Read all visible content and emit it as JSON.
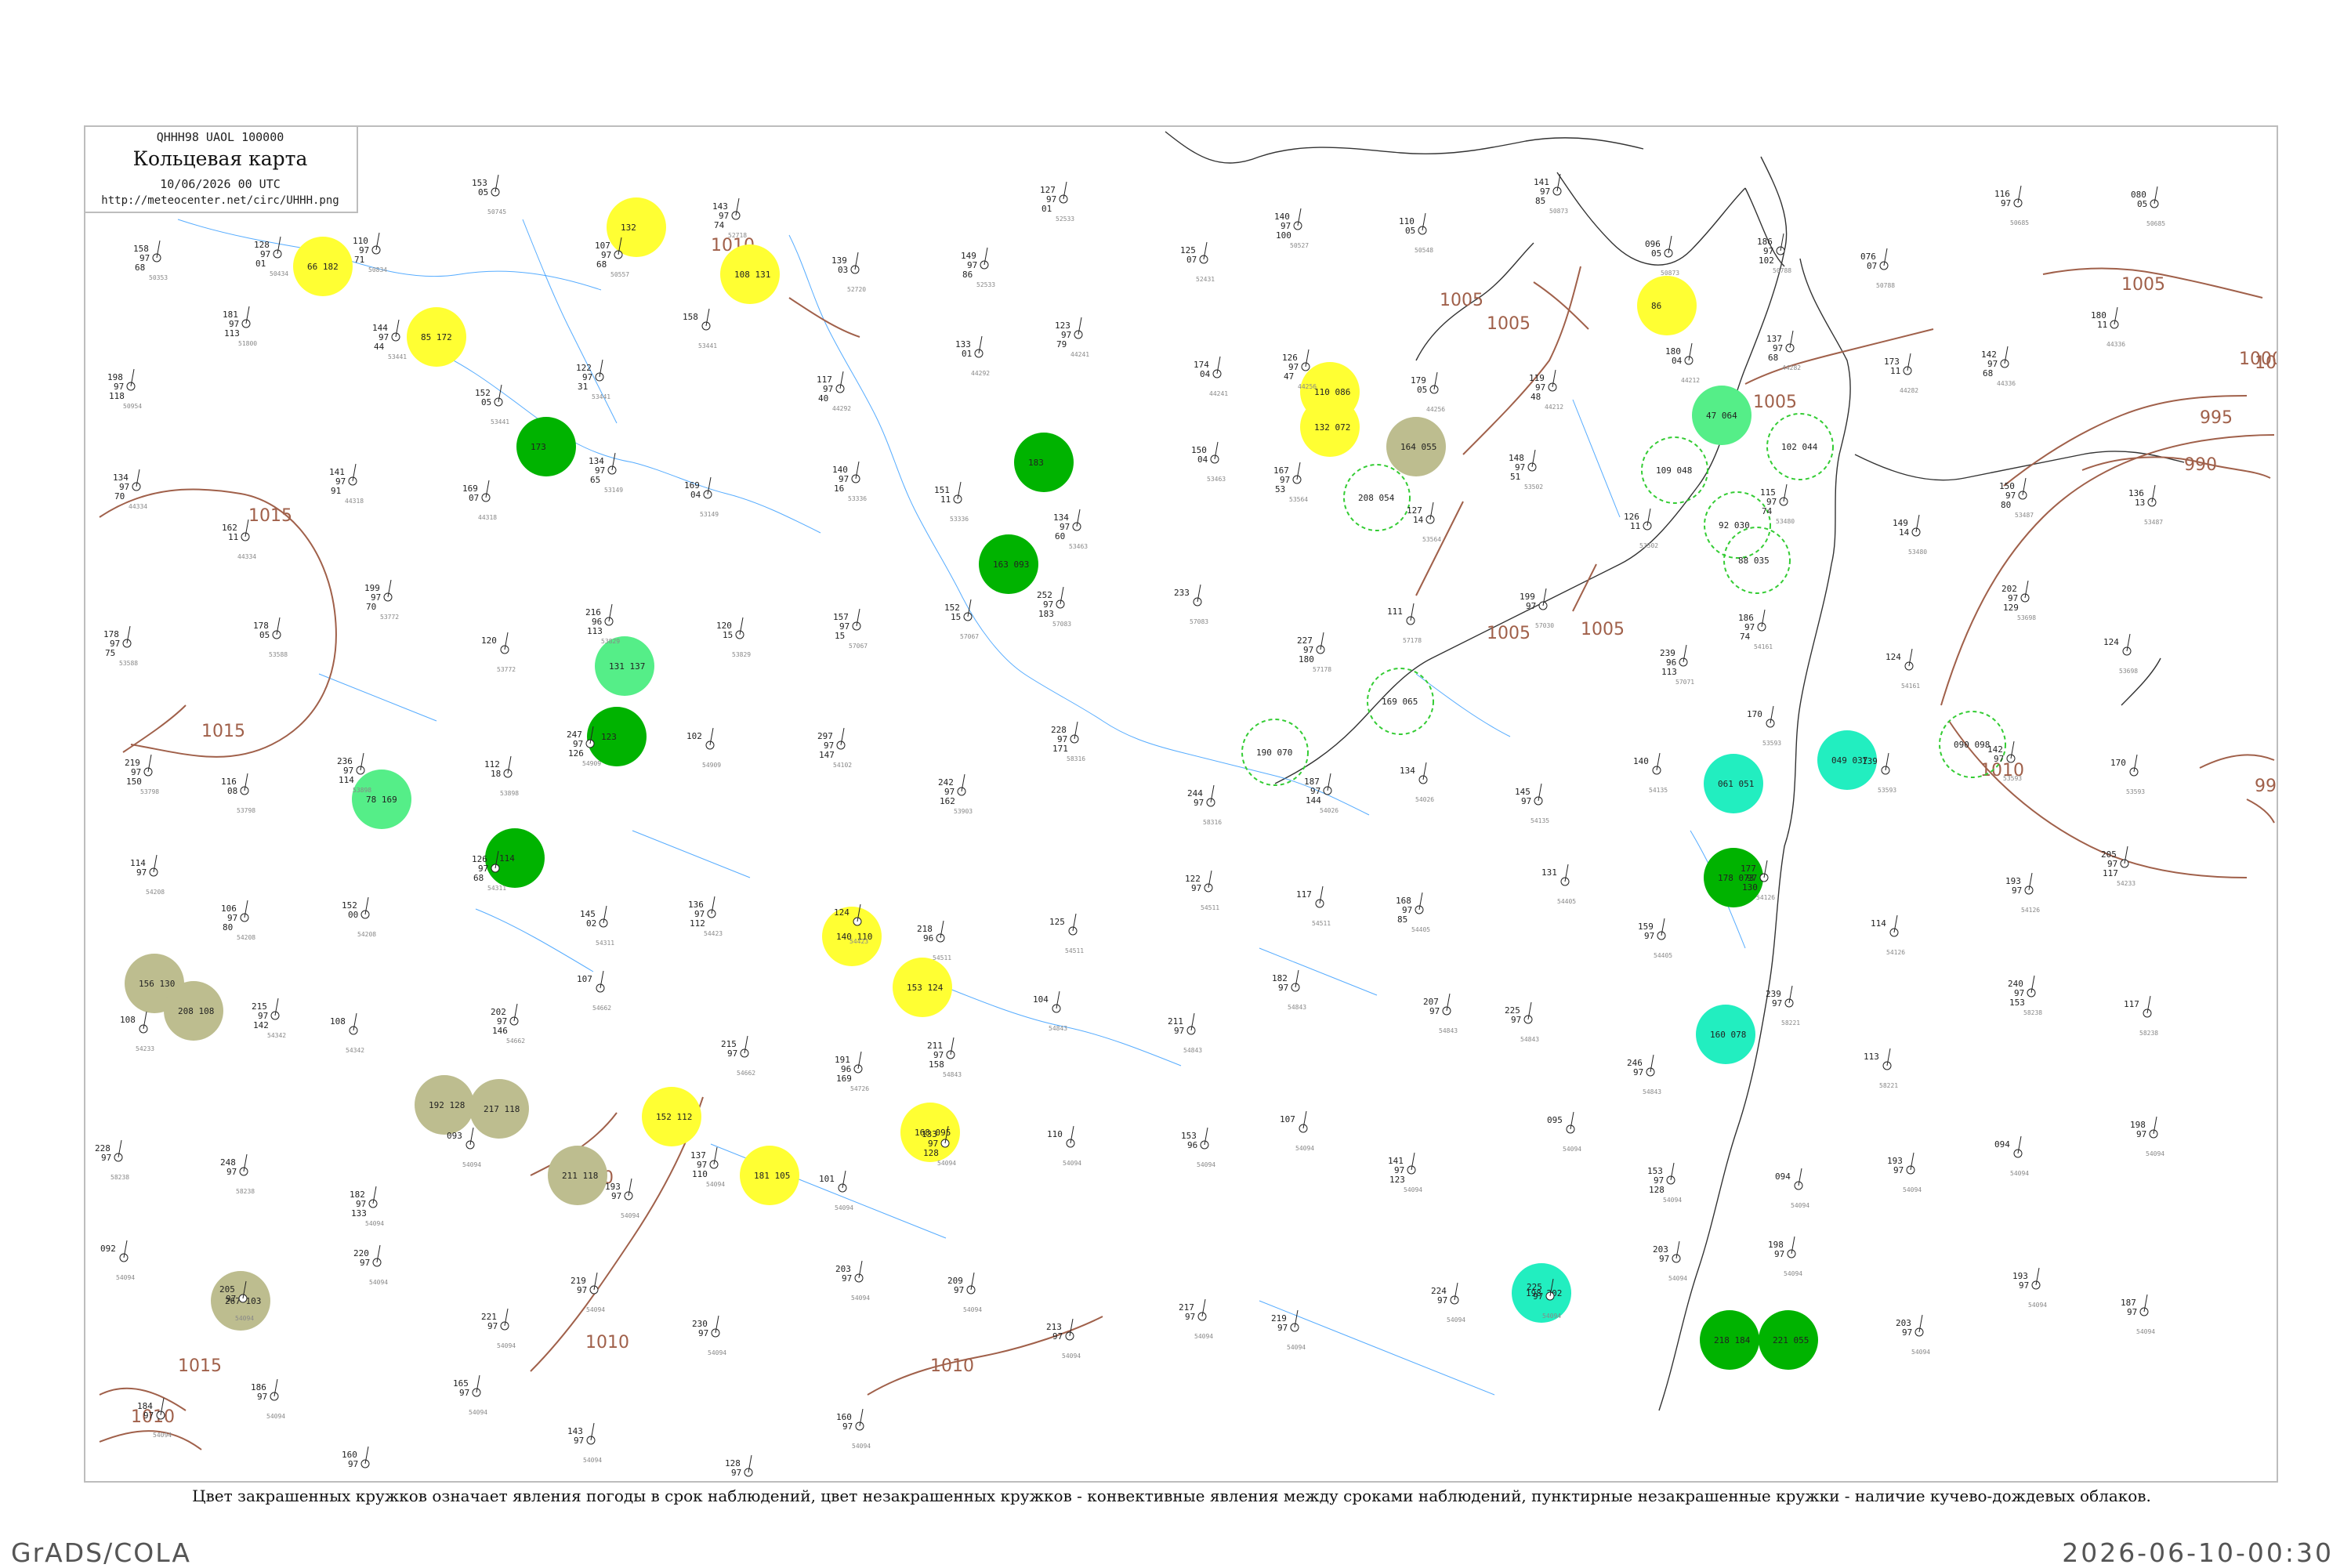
{
  "header": {
    "code": "QHHH98  UAOL  100000",
    "title": "Кольцевая карта",
    "date": "10/06/2026 00 UTC",
    "url": "http://meteocenter.net/circ/UHHH.png"
  },
  "caption": "Цвет закрашенных кружков означает явления погоды в срок наблюдений, цвет незакрашенных кружков - конвективные явления между сроками наблюдений, пунктирные незакрашенные кружки - наличие кучево-дождевых облаков.",
  "footer": {
    "left": "GrADS/COLA",
    "right": "2026-06-10-00:30"
  },
  "colors": {
    "isobar": "#a0604a",
    "river": "#1e90ff",
    "coast": "#333333",
    "yellow_dot": "#ffff33",
    "green_dot": "#00b300",
    "lightgreen_dot": "#55ee88",
    "cyan_dot": "#22eec0",
    "olive_dot": "#bdbd8f",
    "dashed_green": "#33cc33"
  },
  "isobars": [
    {
      "label": "1015"
    },
    {
      "label": "1015"
    },
    {
      "label": "1015"
    },
    {
      "label": "1010"
    },
    {
      "label": "1010"
    },
    {
      "label": "1010"
    },
    {
      "label": "1005"
    },
    {
      "label": "1005"
    },
    {
      "label": "1005"
    },
    {
      "label": "1005"
    },
    {
      "label": "1005"
    },
    {
      "label": "1000"
    },
    {
      "label": "995"
    },
    {
      "label": "990"
    },
    {
      "label": "1010"
    },
    {
      "label": "1005"
    },
    {
      "label": "1010"
    },
    {
      "label": "1010"
    },
    {
      "label": "100"
    },
    {
      "label": "99"
    }
  ],
  "stations": [
    {
      "t": "158",
      "p": "97",
      "v": "68",
      "n": "50353"
    },
    {
      "t": "128",
      "p": "97",
      "v": "01",
      "n": "50434"
    },
    {
      "t": "110",
      "p": "97",
      "v": "71",
      "n": "50834"
    },
    {
      "t": "153",
      "p": "05",
      "v": "",
      "n": "50745"
    },
    {
      "t": "107",
      "p": "97",
      "v": "68",
      "n": "50557"
    },
    {
      "t": "143",
      "p": "97",
      "v": "74",
      "n": "52718"
    },
    {
      "t": "139",
      "p": "03",
      "v": "",
      "n": "52720"
    },
    {
      "t": "149",
      "p": "97",
      "v": "86",
      "n": "52533"
    },
    {
      "t": "127",
      "p": "97",
      "v": "01",
      "n": "52533"
    },
    {
      "t": "125",
      "p": "07",
      "v": "",
      "n": "52431"
    },
    {
      "t": "140",
      "p": "97",
      "v": "100",
      "n": "50527"
    },
    {
      "t": "110",
      "p": "05",
      "v": "",
      "n": "50548"
    },
    {
      "t": "141",
      "p": "97",
      "v": "85",
      "n": "50873"
    },
    {
      "t": "096",
      "p": "05",
      "v": "",
      "n": "50873"
    },
    {
      "t": "186",
      "p": "97",
      "v": "102",
      "n": "50788"
    },
    {
      "t": "076",
      "p": "07",
      "v": "",
      "n": "50788"
    },
    {
      "t": "116",
      "p": "97",
      "v": "",
      "n": "50685"
    },
    {
      "t": "080",
      "p": "05",
      "v": "",
      "n": "50685"
    },
    {
      "t": "198",
      "p": "97",
      "v": "118",
      "n": "50954"
    },
    {
      "t": "181",
      "p": "97",
      "v": "113",
      "n": "51800"
    },
    {
      "t": "144",
      "p": "97",
      "v": "44",
      "n": "53441"
    },
    {
      "t": "152",
      "p": "05",
      "v": "",
      "n": "53441"
    },
    {
      "t": "122",
      "p": "97",
      "v": "31",
      "n": "53441"
    },
    {
      "t": "158",
      "p": "",
      "v": "",
      "n": "53441"
    },
    {
      "t": "117",
      "p": "97",
      "v": "40",
      "n": "44292"
    },
    {
      "t": "133",
      "p": "01",
      "v": "",
      "n": "44292"
    },
    {
      "t": "123",
      "p": "97",
      "v": "79",
      "n": "44241"
    },
    {
      "t": "174",
      "p": "04",
      "v": "",
      "n": "44241"
    },
    {
      "t": "126",
      "p": "97",
      "v": "47",
      "n": "44256"
    },
    {
      "t": "179",
      "p": "05",
      "v": "",
      "n": "44256"
    },
    {
      "t": "119",
      "p": "97",
      "v": "48",
      "n": "44212"
    },
    {
      "t": "180",
      "p": "04",
      "v": "",
      "n": "44212"
    },
    {
      "t": "137",
      "p": "97",
      "v": "68",
      "n": "44282"
    },
    {
      "t": "173",
      "p": "11",
      "v": "",
      "n": "44282"
    },
    {
      "t": "142",
      "p": "97",
      "v": "68",
      "n": "44336"
    },
    {
      "t": "180",
      "p": "11",
      "v": "",
      "n": "44336"
    },
    {
      "t": "134",
      "p": "97",
      "v": "70",
      "n": "44334"
    },
    {
      "t": "162",
      "p": "11",
      "v": "",
      "n": "44334"
    },
    {
      "t": "141",
      "p": "97",
      "v": "91",
      "n": "44318"
    },
    {
      "t": "169",
      "p": "07",
      "v": "",
      "n": "44318"
    },
    {
      "t": "134",
      "p": "97",
      "v": "65",
      "n": "53149"
    },
    {
      "t": "169",
      "p": "04",
      "v": "",
      "n": "53149"
    },
    {
      "t": "140",
      "p": "97",
      "v": "16",
      "n": "53336"
    },
    {
      "t": "151",
      "p": "11",
      "v": "",
      "n": "53336"
    },
    {
      "t": "134",
      "p": "97",
      "v": "60",
      "n": "53463"
    },
    {
      "t": "150",
      "p": "04",
      "v": "",
      "n": "53463"
    },
    {
      "t": "167",
      "p": "97",
      "v": "53",
      "n": "53564"
    },
    {
      "t": "127",
      "p": "14",
      "v": "",
      "n": "53564"
    },
    {
      "t": "148",
      "p": "97",
      "v": "51",
      "n": "53502"
    },
    {
      "t": "126",
      "p": "11",
      "v": "",
      "n": "53502"
    },
    {
      "t": "115",
      "p": "97",
      "v": "74",
      "n": "53480"
    },
    {
      "t": "149",
      "p": "14",
      "v": "",
      "n": "53480"
    },
    {
      "t": "150",
      "p": "97",
      "v": "80",
      "n": "53487"
    },
    {
      "t": "136",
      "p": "13",
      "v": "",
      "n": "53487"
    },
    {
      "t": "178",
      "p": "97",
      "v": "75",
      "n": "53588"
    },
    {
      "t": "178",
      "p": "05",
      "v": "",
      "n": "53588"
    },
    {
      "t": "199",
      "p": "97",
      "v": "70",
      "n": "53772"
    },
    {
      "t": "120",
      "p": "",
      "v": "",
      "n": "53772"
    },
    {
      "t": "216",
      "p": "96",
      "v": "113",
      "n": "53829"
    },
    {
      "t": "120",
      "p": "15",
      "v": "",
      "n": "53829"
    },
    {
      "t": "157",
      "p": "97",
      "v": "15",
      "n": "57067"
    },
    {
      "t": "152",
      "p": "15",
      "v": "",
      "n": "57067"
    },
    {
      "t": "252",
      "p": "97",
      "v": "183",
      "n": "57083"
    },
    {
      "t": "233",
      "p": "",
      "v": "",
      "n": "57083"
    },
    {
      "t": "227",
      "p": "97",
      "v": "180",
      "n": "57178"
    },
    {
      "t": "111",
      "p": "",
      "v": "",
      "n": "57178"
    },
    {
      "t": "199",
      "p": "97",
      "v": "",
      "n": "57030"
    },
    {
      "t": "239",
      "p": "96",
      "v": "113",
      "n": "57071"
    },
    {
      "t": "186",
      "p": "97",
      "v": "74",
      "n": "54161"
    },
    {
      "t": "124",
      "p": "",
      "v": "",
      "n": "54161"
    },
    {
      "t": "202",
      "p": "97",
      "v": "129",
      "n": "53698"
    },
    {
      "t": "124",
      "p": "",
      "v": "",
      "n": "53698"
    },
    {
      "t": "219",
      "p": "97",
      "v": "150",
      "n": "53798"
    },
    {
      "t": "116",
      "p": "08",
      "v": "",
      "n": "53798"
    },
    {
      "t": "236",
      "p": "97",
      "v": "114",
      "n": "53898"
    },
    {
      "t": "112",
      "p": "18",
      "v": "",
      "n": "53898"
    },
    {
      "t": "247",
      "p": "97",
      "v": "126",
      "n": "54909"
    },
    {
      "t": "102",
      "p": "",
      "v": "",
      "n": "54909"
    },
    {
      "t": "297",
      "p": "97",
      "v": "147",
      "n": "54102"
    },
    {
      "t": "242",
      "p": "97",
      "v": "162",
      "n": "53903"
    },
    {
      "t": "228",
      "p": "97",
      "v": "171",
      "n": "58316"
    },
    {
      "t": "244",
      "p": "97",
      "v": "",
      "n": "58316"
    },
    {
      "t": "187",
      "p": "97",
      "v": "144",
      "n": "54026"
    },
    {
      "t": "134",
      "p": "",
      "v": "",
      "n": "54026"
    },
    {
      "t": "145",
      "p": "97",
      "v": "",
      "n": "54135"
    },
    {
      "t": "140",
      "p": "",
      "v": "",
      "n": "54135"
    },
    {
      "t": "170",
      "p": "",
      "v": "",
      "n": "53593"
    },
    {
      "t": "139",
      "p": "",
      "v": "",
      "n": "53593"
    },
    {
      "t": "142",
      "p": "97",
      "v": "",
      "n": "53593"
    },
    {
      "t": "170",
      "p": "",
      "v": "",
      "n": "53593"
    },
    {
      "t": "114",
      "p": "97",
      "v": "",
      "n": "54208"
    },
    {
      "t": "106",
      "p": "97",
      "v": "80",
      "n": "54208"
    },
    {
      "t": "152",
      "p": "00",
      "v": "",
      "n": "54208"
    },
    {
      "t": "126",
      "p": "97",
      "v": "68",
      "n": "54311"
    },
    {
      "t": "145",
      "p": "02",
      "v": "",
      "n": "54311"
    },
    {
      "t": "136",
      "p": "97",
      "v": "112",
      "n": "54423"
    },
    {
      "t": "124",
      "p": "",
      "v": "",
      "n": "54423"
    },
    {
      "t": "218",
      "p": "96",
      "v": "",
      "n": "54511"
    },
    {
      "t": "125",
      "p": "",
      "v": "",
      "n": "54511"
    },
    {
      "t": "122",
      "p": "97",
      "v": "",
      "n": "54511"
    },
    {
      "t": "117",
      "p": "",
      "v": "",
      "n": "54511"
    },
    {
      "t": "168",
      "p": "97",
      "v": "85",
      "n": "54405"
    },
    {
      "t": "131",
      "p": "",
      "v": "",
      "n": "54405"
    },
    {
      "t": "159",
      "p": "97",
      "v": "",
      "n": "54405"
    },
    {
      "t": "177",
      "p": "97",
      "v": "130",
      "n": "54126"
    },
    {
      "t": "114",
      "p": "",
      "v": "",
      "n": "54126"
    },
    {
      "t": "193",
      "p": "97",
      "v": "",
      "n": "54126"
    },
    {
      "t": "205",
      "p": "97",
      "v": "117",
      "n": "54233"
    },
    {
      "t": "108",
      "p": "",
      "v": "",
      "n": "54233"
    },
    {
      "t": "215",
      "p": "97",
      "v": "142",
      "n": "54342"
    },
    {
      "t": "108",
      "p": "",
      "v": "",
      "n": "54342"
    },
    {
      "t": "202",
      "p": "97",
      "v": "146",
      "n": "54662"
    },
    {
      "t": "107",
      "p": "",
      "v": "",
      "n": "54662"
    },
    {
      "t": "215",
      "p": "97",
      "v": "",
      "n": "54662"
    },
    {
      "t": "191",
      "p": "96",
      "v": "169",
      "n": "54726"
    },
    {
      "t": "211",
      "p": "97",
      "v": "158",
      "n": "54843"
    },
    {
      "t": "104",
      "p": "",
      "v": "",
      "n": "54843"
    },
    {
      "t": "211",
      "p": "97",
      "v": "",
      "n": "54843"
    },
    {
      "t": "182",
      "p": "97",
      "v": "",
      "n": "54843"
    },
    {
      "t": "207",
      "p": "97",
      "v": "",
      "n": "54843"
    },
    {
      "t": "225",
      "p": "97",
      "v": "",
      "n": "54843"
    },
    {
      "t": "246",
      "p": "97",
      "v": "",
      "n": "54843"
    },
    {
      "t": "239",
      "p": "97",
      "v": "",
      "n": "58221"
    },
    {
      "t": "113",
      "p": "",
      "v": "",
      "n": "58221"
    },
    {
      "t": "240",
      "p": "97",
      "v": "153",
      "n": "58238"
    },
    {
      "t": "117",
      "p": "",
      "v": "",
      "n": "58238"
    },
    {
      "t": "228",
      "p": "97",
      "v": "",
      "n": "58238"
    },
    {
      "t": "248",
      "p": "97",
      "v": "",
      "n": "58238"
    },
    {
      "t": "182",
      "p": "97",
      "v": "133",
      "n": "54094"
    },
    {
      "t": "093",
      "p": "",
      "v": "",
      "n": "54094"
    },
    {
      "t": "193",
      "p": "97",
      "v": "",
      "n": "54094"
    },
    {
      "t": "137",
      "p": "97",
      "v": "110",
      "n": "54094"
    },
    {
      "t": "101",
      "p": "",
      "v": "",
      "n": "54094"
    },
    {
      "t": "133",
      "p": "97",
      "v": "128",
      "n": "54094"
    },
    {
      "t": "110",
      "p": "",
      "v": "",
      "n": "54094"
    },
    {
      "t": "153",
      "p": "96",
      "v": "",
      "n": "54094"
    },
    {
      "t": "107",
      "p": "",
      "v": "",
      "n": "54094"
    },
    {
      "t": "141",
      "p": "97",
      "v": "123",
      "n": "54094"
    },
    {
      "t": "095",
      "p": "",
      "v": "",
      "n": "54094"
    },
    {
      "t": "153",
      "p": "97",
      "v": "128",
      "n": "54094"
    },
    {
      "t": "094",
      "p": "",
      "v": "",
      "n": "54094"
    },
    {
      "t": "193",
      "p": "97",
      "v": "",
      "n": "54094"
    },
    {
      "t": "094",
      "p": "",
      "v": "",
      "n": "54094"
    },
    {
      "t": "198",
      "p": "97",
      "v": "",
      "n": "54094"
    },
    {
      "t": "092",
      "p": "",
      "v": "",
      "n": "54094"
    },
    {
      "t": "205",
      "p": "97",
      "v": "",
      "n": "54094"
    },
    {
      "t": "220",
      "p": "97",
      "v": "",
      "n": "54094"
    },
    {
      "t": "221",
      "p": "97",
      "v": "",
      "n": "54094"
    },
    {
      "t": "219",
      "p": "97",
      "v": "",
      "n": "54094"
    },
    {
      "t": "230",
      "p": "97",
      "v": "",
      "n": "54094"
    },
    {
      "t": "203",
      "p": "97",
      "v": "",
      "n": "54094"
    },
    {
      "t": "209",
      "p": "97",
      "v": "",
      "n": "54094"
    },
    {
      "t": "213",
      "p": "97",
      "v": "",
      "n": "54094"
    },
    {
      "t": "217",
      "p": "97",
      "v": "",
      "n": "54094"
    },
    {
      "t": "219",
      "p": "97",
      "v": "",
      "n": "54094"
    },
    {
      "t": "224",
      "p": "97",
      "v": "",
      "n": "54094"
    },
    {
      "t": "225",
      "p": "97",
      "v": "",
      "n": "54094"
    },
    {
      "t": "203",
      "p": "97",
      "v": "",
      "n": "54094"
    },
    {
      "t": "198",
      "p": "97",
      "v": "",
      "n": "54094"
    },
    {
      "t": "203",
      "p": "97",
      "v": "",
      "n": "54094"
    },
    {
      "t": "193",
      "p": "97",
      "v": "",
      "n": "54094"
    },
    {
      "t": "187",
      "p": "97",
      "v": "",
      "n": "54094"
    },
    {
      "t": "184",
      "p": "97",
      "v": "",
      "n": "54094"
    },
    {
      "t": "186",
      "p": "97",
      "v": "",
      "n": "54094"
    },
    {
      "t": "160",
      "p": "97",
      "v": "",
      "n": "54094"
    },
    {
      "t": "165",
      "p": "97",
      "v": "",
      "n": "54094"
    },
    {
      "t": "143",
      "p": "97",
      "v": "",
      "n": "54094"
    },
    {
      "t": "128",
      "p": "97",
      "v": "",
      "n": "54094"
    },
    {
      "t": "160",
      "p": "97",
      "v": "",
      "n": "54094"
    }
  ],
  "weather_circles": [
    {
      "kind": "yellow",
      "label": "66 182"
    },
    {
      "kind": "yellow",
      "label": "132"
    },
    {
      "kind": "yellow",
      "label": "108 131"
    },
    {
      "kind": "yellow",
      "label": "85 172"
    },
    {
      "kind": "green",
      "label": "173"
    },
    {
      "kind": "lightgreen",
      "label": "131 137"
    },
    {
      "kind": "green",
      "label": "123"
    },
    {
      "kind": "lightgreen",
      "label": "78 169"
    },
    {
      "kind": "green",
      "label": "114"
    },
    {
      "kind": "olive",
      "label": "156 130"
    },
    {
      "kind": "olive",
      "label": "208 108"
    },
    {
      "kind": "olive",
      "label": "192 128"
    },
    {
      "kind": "olive",
      "label": "217 118"
    },
    {
      "kind": "olive",
      "label": "211 118"
    },
    {
      "kind": "olive",
      "label": "267 103"
    },
    {
      "kind": "yellow",
      "label": "152 112"
    },
    {
      "kind": "yellow",
      "label": "181 105"
    },
    {
      "kind": "yellow",
      "label": "140 110"
    },
    {
      "kind": "yellow",
      "label": "153 124"
    },
    {
      "kind": "yellow",
      "label": "168 095"
    },
    {
      "kind": "green",
      "label": "183"
    },
    {
      "kind": "green",
      "label": "163 093"
    },
    {
      "kind": "yellow",
      "label": "110 086"
    },
    {
      "kind": "yellow",
      "label": "132 072"
    },
    {
      "kind": "olive",
      "label": "164 055"
    },
    {
      "kind": "green",
      "label": "178 073"
    },
    {
      "kind": "lightgreen",
      "label": "47 064"
    },
    {
      "kind": "yellow",
      "label": "86"
    },
    {
      "kind": "cyan",
      "label": "061 051"
    },
    {
      "kind": "cyan",
      "label": "049 037"
    },
    {
      "kind": "cyan",
      "label": "160 078"
    },
    {
      "kind": "cyan",
      "label": "198 202"
    },
    {
      "kind": "green",
      "label": "218 184"
    },
    {
      "kind": "green",
      "label": "221 055"
    }
  ],
  "dashed_circles": [
    {
      "label": "190 070"
    },
    {
      "label": "208 054"
    },
    {
      "label": "169 065"
    },
    {
      "label": "109 048"
    },
    {
      "label": "102 044"
    },
    {
      "label": "92 030"
    },
    {
      "label": "88 035"
    },
    {
      "label": "090 098"
    }
  ]
}
